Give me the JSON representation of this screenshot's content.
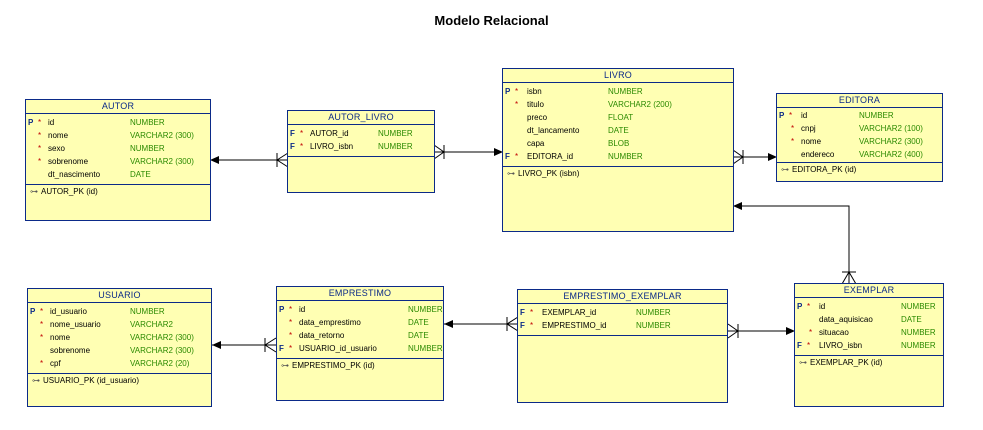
{
  "title": "Modelo Relacional",
  "entities": {
    "autor": {
      "name": "AUTOR",
      "attrs": [
        {
          "pf": "P",
          "req": "*",
          "name": "id",
          "type": "NUMBER"
        },
        {
          "pf": "",
          "req": "*",
          "name": "nome",
          "type": "VARCHAR2 (300)"
        },
        {
          "pf": "",
          "req": "*",
          "name": "sexo",
          "type": "NUMBER"
        },
        {
          "pf": "",
          "req": "*",
          "name": "sobrenome",
          "type": "VARCHAR2 (300)"
        },
        {
          "pf": "",
          "req": "",
          "name": "dt_nascimento",
          "type": "DATE"
        }
      ],
      "key": "AUTOR_PK (id)"
    },
    "autor_livro": {
      "name": "AUTOR_LIVRO",
      "attrs": [
        {
          "pf": "F",
          "req": "*",
          "name": "AUTOR_id",
          "type": "NUMBER"
        },
        {
          "pf": "F",
          "req": "*",
          "name": "LIVRO_isbn",
          "type": "NUMBER"
        }
      ]
    },
    "livro": {
      "name": "LIVRO",
      "attrs": [
        {
          "pf": "P",
          "req": "*",
          "name": "isbn",
          "type": "NUMBER"
        },
        {
          "pf": "",
          "req": "*",
          "name": "titulo",
          "type": "VARCHAR2 (200)"
        },
        {
          "pf": "",
          "req": "",
          "name": "preco",
          "type": "FLOAT"
        },
        {
          "pf": "",
          "req": "",
          "name": "dt_lancamento",
          "type": "DATE"
        },
        {
          "pf": "",
          "req": "",
          "name": "capa",
          "type": "BLOB"
        },
        {
          "pf": "F",
          "req": "*",
          "name": "EDITORA_id",
          "type": "NUMBER"
        }
      ],
      "key": "LIVRO_PK (isbn)"
    },
    "editora": {
      "name": "EDITORA",
      "attrs": [
        {
          "pf": "P",
          "req": "*",
          "name": "id",
          "type": "NUMBER"
        },
        {
          "pf": "",
          "req": "*",
          "name": "cnpj",
          "type": "VARCHAR2 (100)"
        },
        {
          "pf": "",
          "req": "*",
          "name": "nome",
          "type": "VARCHAR2 (300)"
        },
        {
          "pf": "",
          "req": "",
          "name": "endereco",
          "type": "VARCHAR2 (400)"
        }
      ],
      "key": "EDITORA_PK (id)"
    },
    "usuario": {
      "name": "USUARIO",
      "attrs": [
        {
          "pf": "P",
          "req": "*",
          "name": "id_usuario",
          "type": "NUMBER"
        },
        {
          "pf": "",
          "req": "*",
          "name": "nome_usuario",
          "type": "VARCHAR2"
        },
        {
          "pf": "",
          "req": "*",
          "name": "nome",
          "type": "VARCHAR2 (300)"
        },
        {
          "pf": "",
          "req": "",
          "name": "sobrenome",
          "type": "VARCHAR2 (300)"
        },
        {
          "pf": "",
          "req": "*",
          "name": "cpf",
          "type": "VARCHAR2 (20)"
        }
      ],
      "key": "USUARIO_PK (id_usuario)"
    },
    "emprestimo": {
      "name": "EMPRESTIMO",
      "attrs": [
        {
          "pf": "P",
          "req": "*",
          "name": "id",
          "type": "NUMBER"
        },
        {
          "pf": "",
          "req": "*",
          "name": "data_emprestimo",
          "type": "DATE"
        },
        {
          "pf": "",
          "req": "*",
          "name": "data_retorno",
          "type": "DATE"
        },
        {
          "pf": "F",
          "req": "*",
          "name": "USUARIO_id_usuario",
          "type": "NUMBER"
        }
      ],
      "key": "EMPRESTIMO_PK (id)"
    },
    "emprestimo_exemplar": {
      "name": "EMPRESTIMO_EXEMPLAR",
      "attrs": [
        {
          "pf": "F",
          "req": "*",
          "name": "EXEMPLAR_id",
          "type": "NUMBER"
        },
        {
          "pf": "F",
          "req": "*",
          "name": "EMPRESTIMO_id",
          "type": "NUMBER"
        }
      ]
    },
    "exemplar": {
      "name": "EXEMPLAR",
      "attrs": [
        {
          "pf": "P",
          "req": "*",
          "name": "id",
          "type": "NUMBER"
        },
        {
          "pf": "",
          "req": "",
          "name": "data_aquisicao",
          "type": "DATE"
        },
        {
          "pf": "",
          "req": "*",
          "name": "situacao",
          "type": "NUMBER"
        },
        {
          "pf": "F",
          "req": "*",
          "name": "LIVRO_isbn",
          "type": "NUMBER"
        }
      ],
      "key": "EXEMPLAR_PK (id)"
    }
  }
}
